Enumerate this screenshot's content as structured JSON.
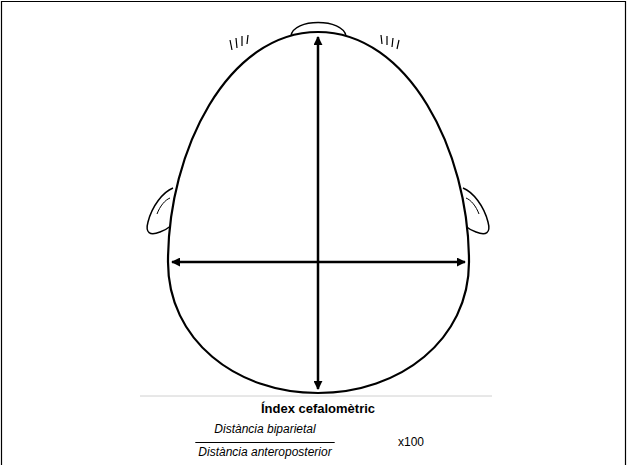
{
  "diagram": {
    "caption": "Índex cefalomètric",
    "labels": [
      "Distància biparietal",
      "Distància anteroposterior",
      "x100"
    ]
  }
}
